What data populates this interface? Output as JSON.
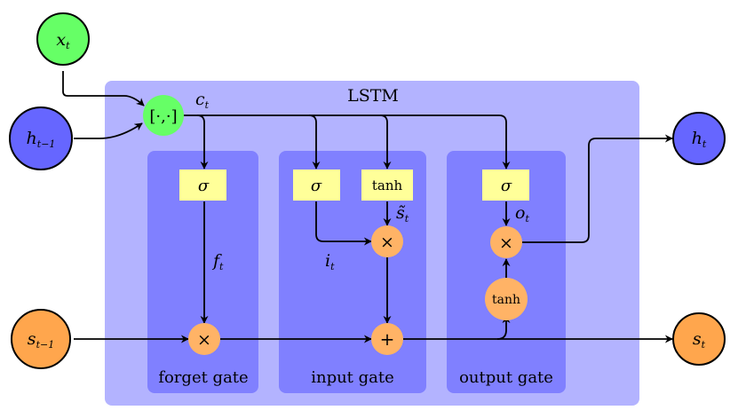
{
  "title": "LSTM",
  "colors": {
    "outer_box": "#b3b3ff",
    "gate_box": "#8080ff",
    "sigma_box": "#ffff99",
    "op_node": "#ffb366",
    "concat_node": "#66ff66",
    "x_node": "#66ff66",
    "h_node": "#6666ff",
    "s_node": "#ffa64d"
  },
  "inputs": {
    "x": {
      "base": "x",
      "sub": "t"
    },
    "h_prev": {
      "base": "h",
      "sub": "t−1"
    },
    "s_prev": {
      "base": "s",
      "sub": "t−1"
    }
  },
  "outputs": {
    "h": {
      "base": "h",
      "sub": "t"
    },
    "s": {
      "base": "s",
      "sub": "t"
    }
  },
  "concat": {
    "label": "[·,·]",
    "out": {
      "base": "c",
      "sub": "t"
    }
  },
  "gates": {
    "forget": {
      "label": "forget gate",
      "sigma": "σ",
      "out": {
        "base": "f",
        "sub": "t"
      },
      "op": "×"
    },
    "input": {
      "label": "input gate",
      "sigma": "σ",
      "tanh": "tanh",
      "tanh_out": {
        "base": "s̃",
        "sub": "t"
      },
      "out": {
        "base": "i",
        "sub": "t"
      },
      "op_mul": "×",
      "op_add": "+"
    },
    "output": {
      "label": "output gate",
      "sigma": "σ",
      "out": {
        "base": "o",
        "sub": "t"
      },
      "op": "×",
      "tanh": "tanh"
    }
  }
}
